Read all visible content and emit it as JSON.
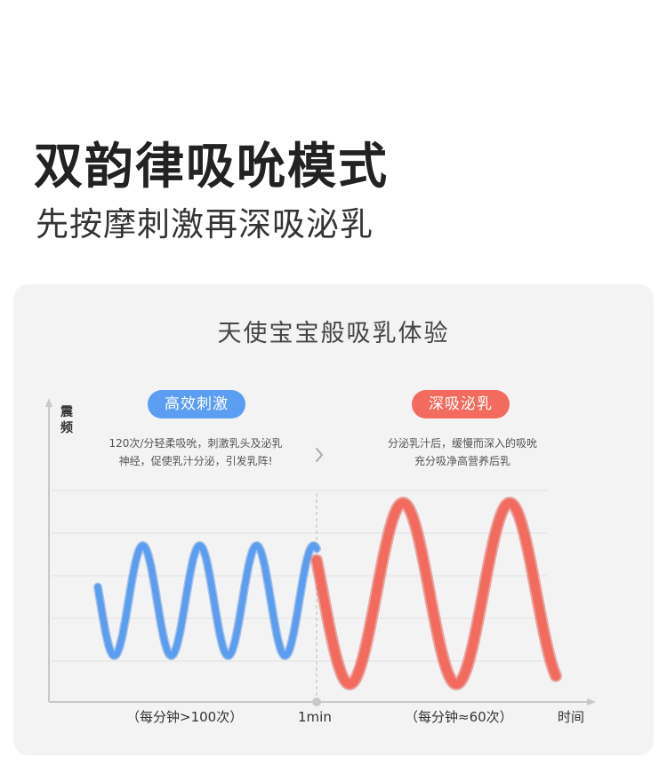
{
  "header": {
    "title": "双韵律吸吮模式",
    "subtitle": "先按摩刺激再深吸泌乳"
  },
  "panel": {
    "title": "天使宝宝般吸乳体验",
    "stimulation": {
      "pill_label": "高效刺激",
      "desc_line1": "120次/分轻柔吸吮，刺激乳头及泌乳",
      "desc_line2": "神经，促使乳汁分泌，引发乳阵!"
    },
    "expression": {
      "pill_label": "深吸泌乳",
      "desc_line1": "分泌乳汁后，缓慢而深入的吸吮",
      "desc_line2": "充分吸净高营养后乳"
    },
    "y_axis_label": "震频",
    "x_labels": {
      "left": "（每分钟>100次）",
      "middle": "1min",
      "right": "（每分钟≈60次）",
      "time": "时间"
    }
  },
  "colors": {
    "blue": "#5b9df0",
    "red": "#f26b5e",
    "panel_bg": "#f3f3f3"
  },
  "icons": [
    "chevron-right-icon"
  ]
}
